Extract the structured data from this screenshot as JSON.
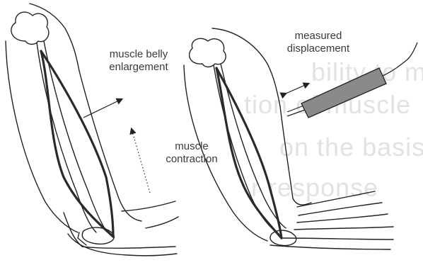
{
  "labels": {
    "belly_enlargement_line1": "muscle belly",
    "belly_enlargement_line2": "enlargement",
    "contraction_line1": "muscle",
    "contraction_line2": "contraction",
    "displacement_line1": "measured",
    "displacement_line2": "displacement"
  },
  "show_through_text": {
    "line1": "bility to me",
    "line2": "tion of muscle",
    "line3": "on the basis",
    "line4": "r response"
  },
  "colors": {
    "line": "#222222",
    "muscle": "#333333",
    "sensor_fill": "#8a8a8a",
    "label": "#3a3a3a",
    "show_through": "#e2e2e2"
  }
}
